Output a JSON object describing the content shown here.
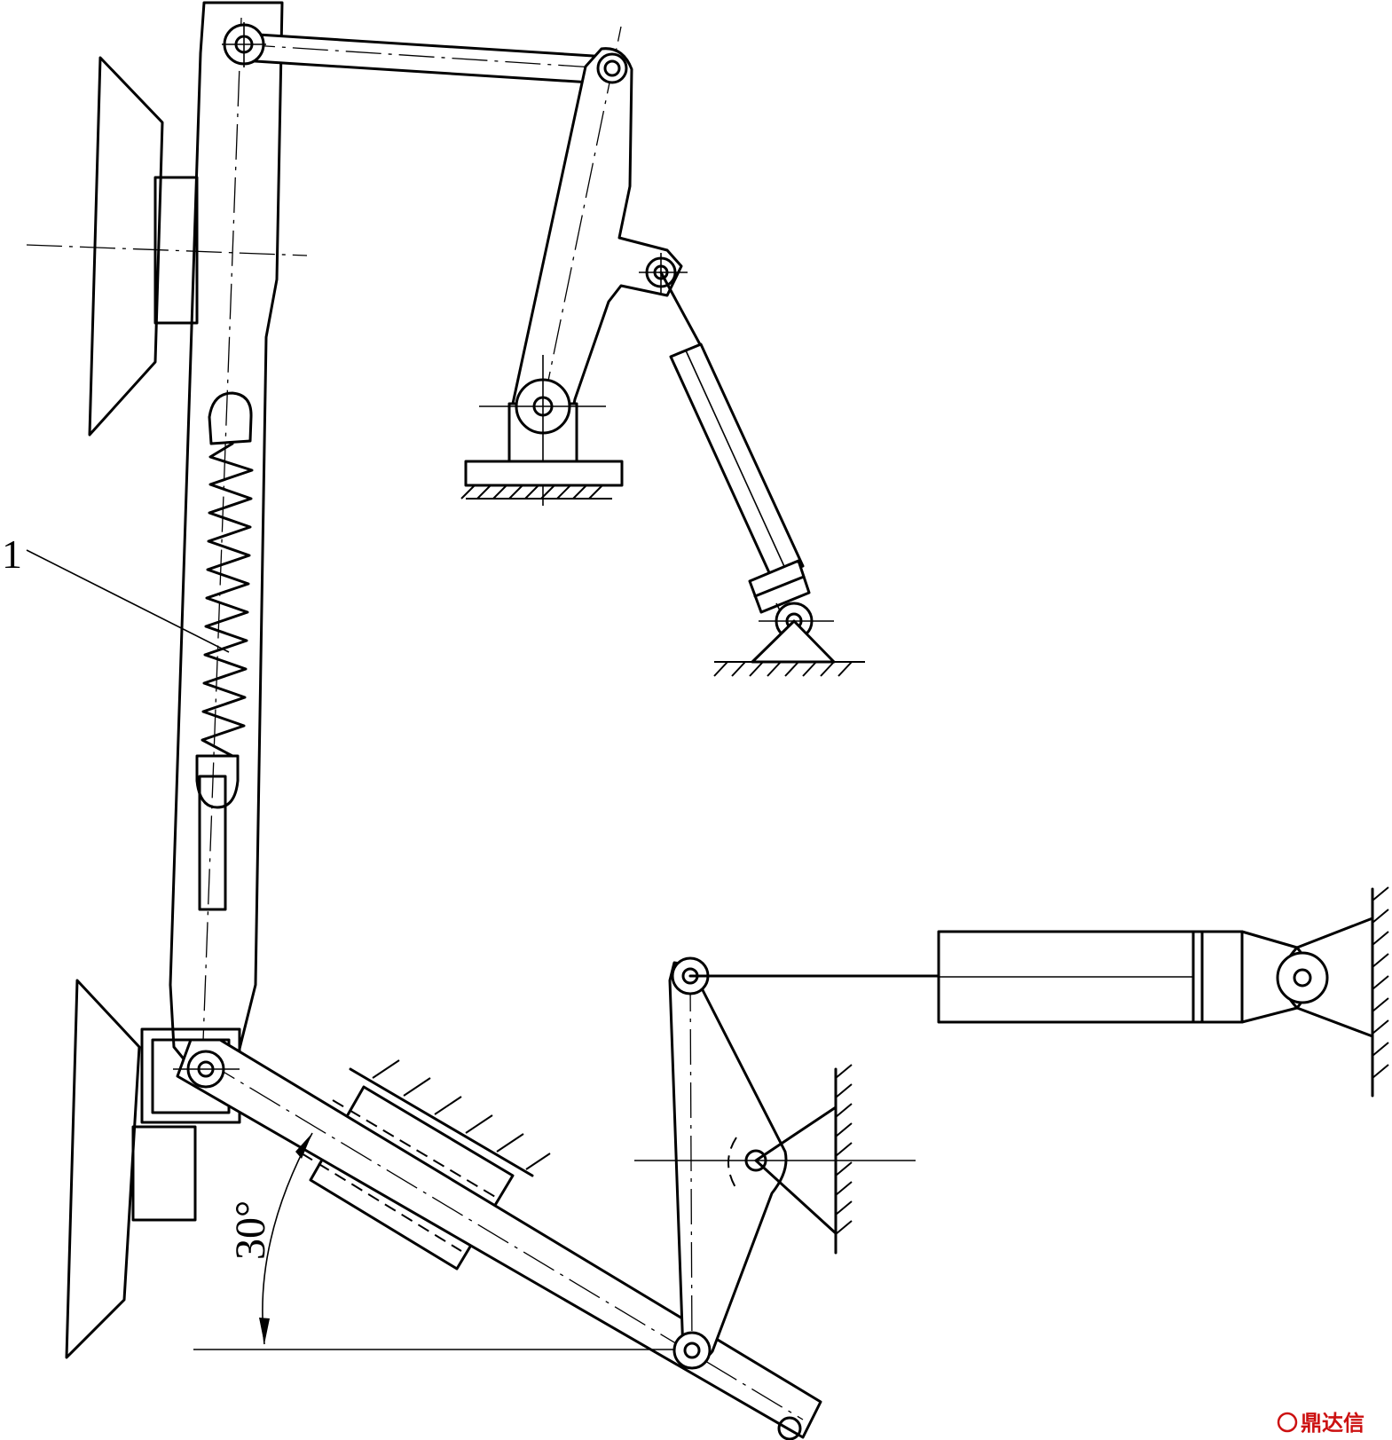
{
  "labels": {
    "part_number": "1",
    "angle": "30°"
  },
  "watermark": {
    "text": "鼎达信",
    "color": "#cc1111"
  }
}
